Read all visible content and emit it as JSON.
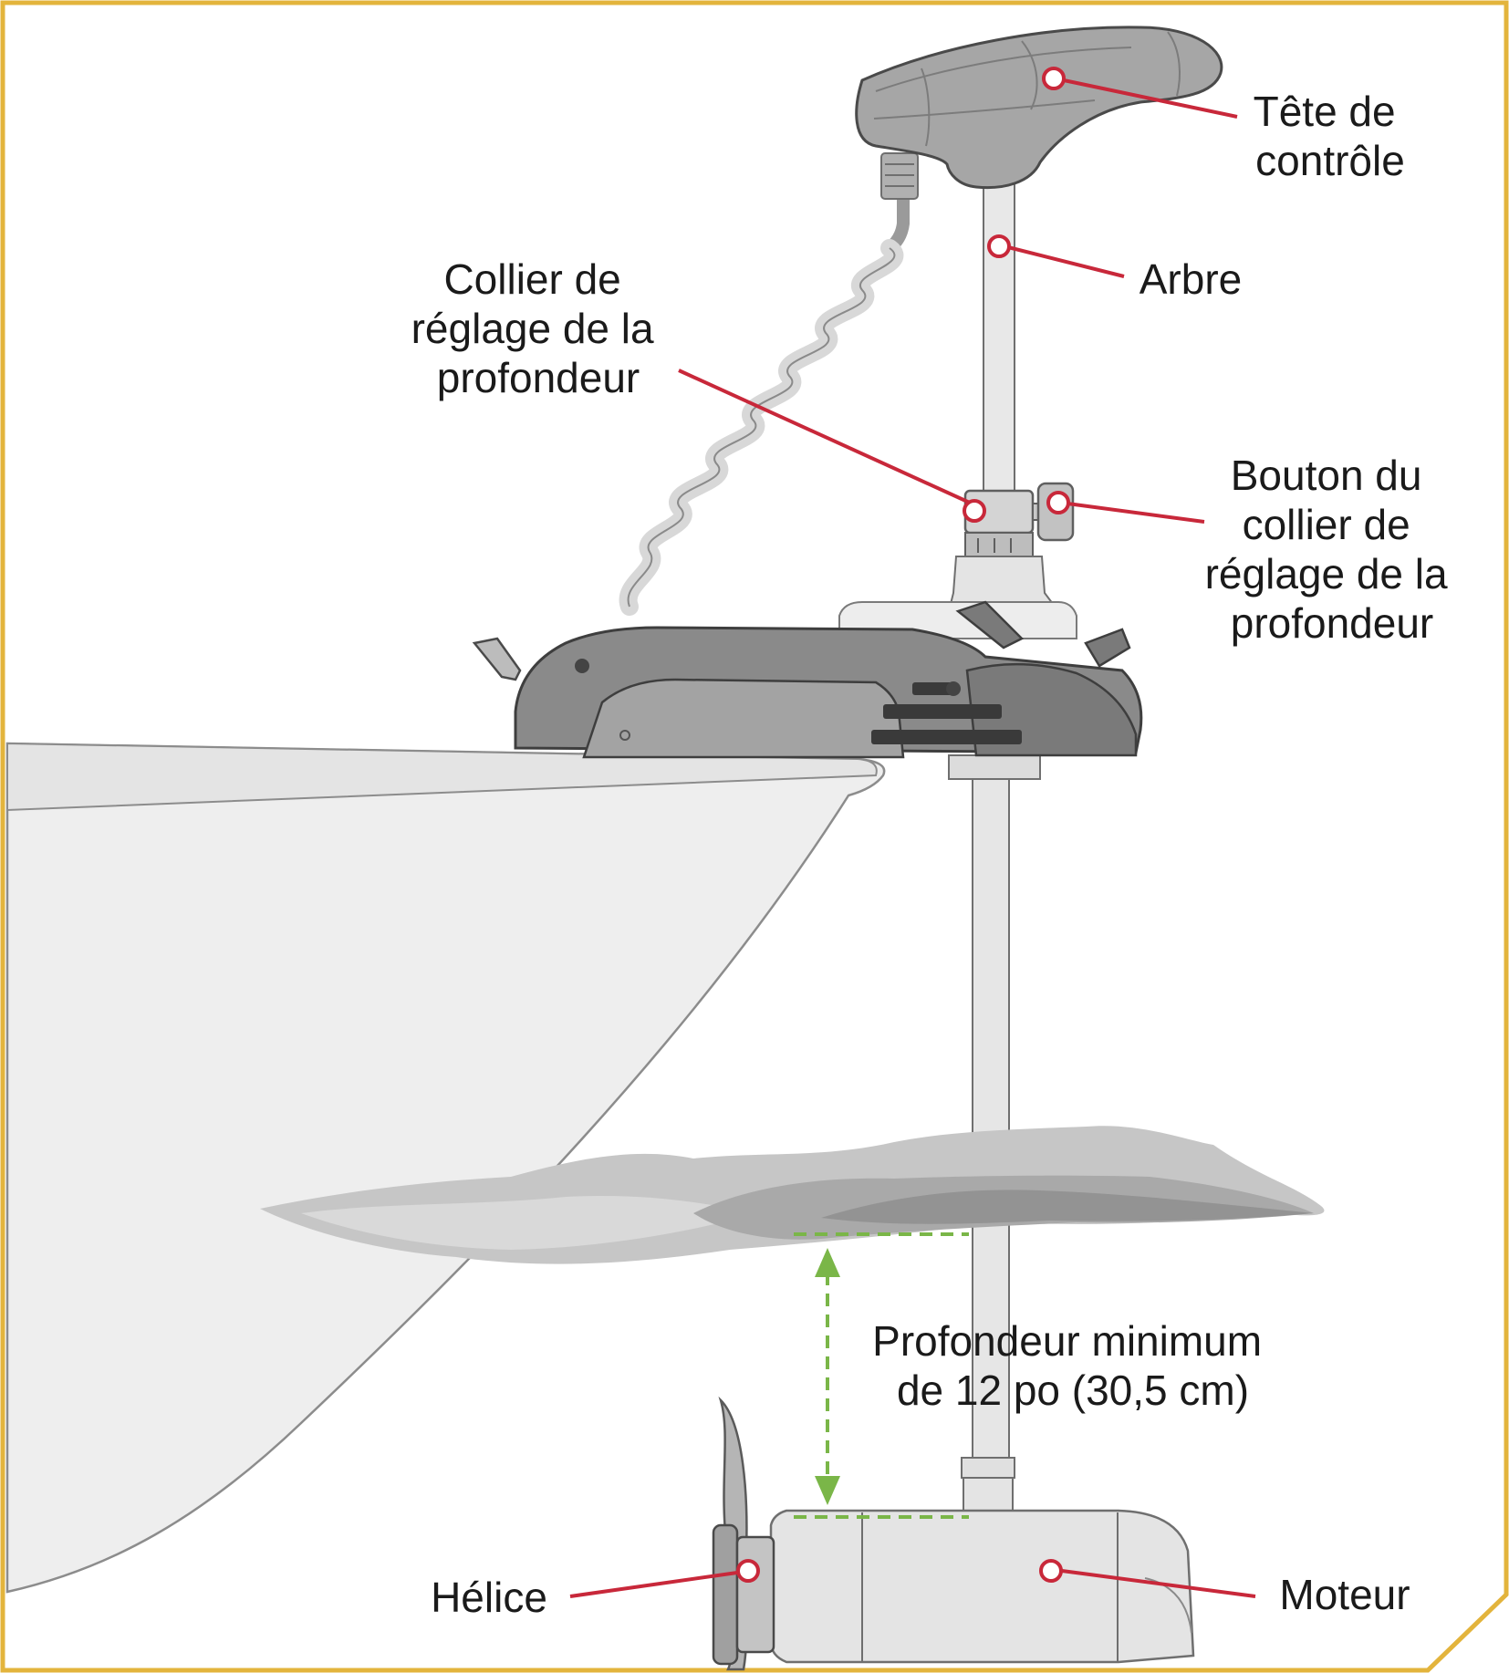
{
  "labels": {
    "control_head": [
      "Tête de",
      "contrôle"
    ],
    "shaft": [
      "Arbre"
    ],
    "depth_collar": [
      "Collier de",
      "réglage de la",
      "profondeur"
    ],
    "depth_collar_knob": [
      "Bouton du",
      "collier de",
      "réglage de la",
      "profondeur"
    ],
    "min_depth": [
      "Profondeur minimum",
      "de 12 po (30,5 cm)"
    ],
    "propeller": [
      "Hélice"
    ],
    "motor": [
      "Moteur"
    ]
  },
  "colors": {
    "frame": "#e3b43c",
    "callout": "#c8283a",
    "depth_marker": "#7ab648"
  }
}
